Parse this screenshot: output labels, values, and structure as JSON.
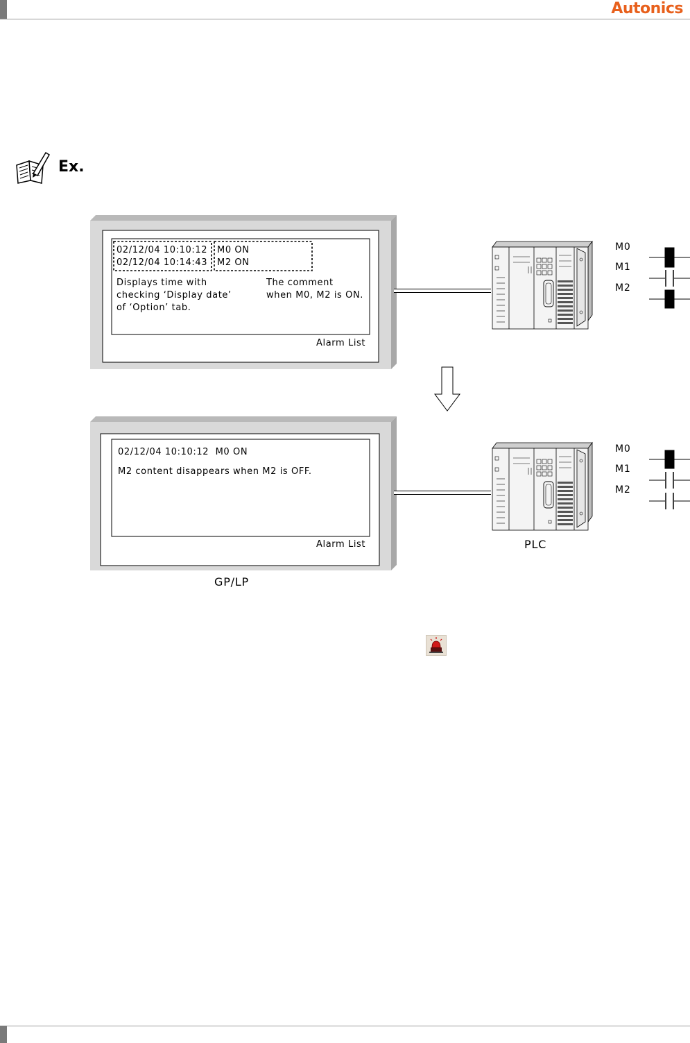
{
  "header": {
    "brand": "Autonics"
  },
  "example": {
    "label": "Ex.",
    "note_icon": "notebook-pencil-icon"
  },
  "diagram": {
    "panel_before": {
      "time_1": "02/12/04 10:10:12",
      "time_2": "02/12/04 10:14:43",
      "comment_1": "M0 ON",
      "comment_2": "M2 ON",
      "note_left_1": "Displays time with",
      "note_left_2": "checking ‘Display date’",
      "note_left_3": "of ‘Option’ tab.",
      "note_right_1": "The comment",
      "note_right_2": "when M0, M2 is ON.",
      "caption": "Alarm List"
    },
    "panel_after": {
      "line_1": "02/12/04 10:10:12  M0 ON",
      "line_2": "M2 content disappears when M2 is OFF.",
      "caption": "Alarm List"
    },
    "gp_label": "GP/LP",
    "plc_label": "PLC",
    "contacts_before": [
      {
        "name": "M0",
        "state": "on"
      },
      {
        "name": "M1",
        "state": "off"
      },
      {
        "name": "M2",
        "state": "on"
      }
    ],
    "contacts_after": [
      {
        "name": "M0",
        "state": "on"
      },
      {
        "name": "M1",
        "state": "off"
      },
      {
        "name": "M2",
        "state": "off"
      }
    ]
  },
  "toolbar_icon": "alarm-list-icon",
  "colors": {
    "brand": "#e8601c",
    "panel_frame": "#d0d0d0"
  }
}
